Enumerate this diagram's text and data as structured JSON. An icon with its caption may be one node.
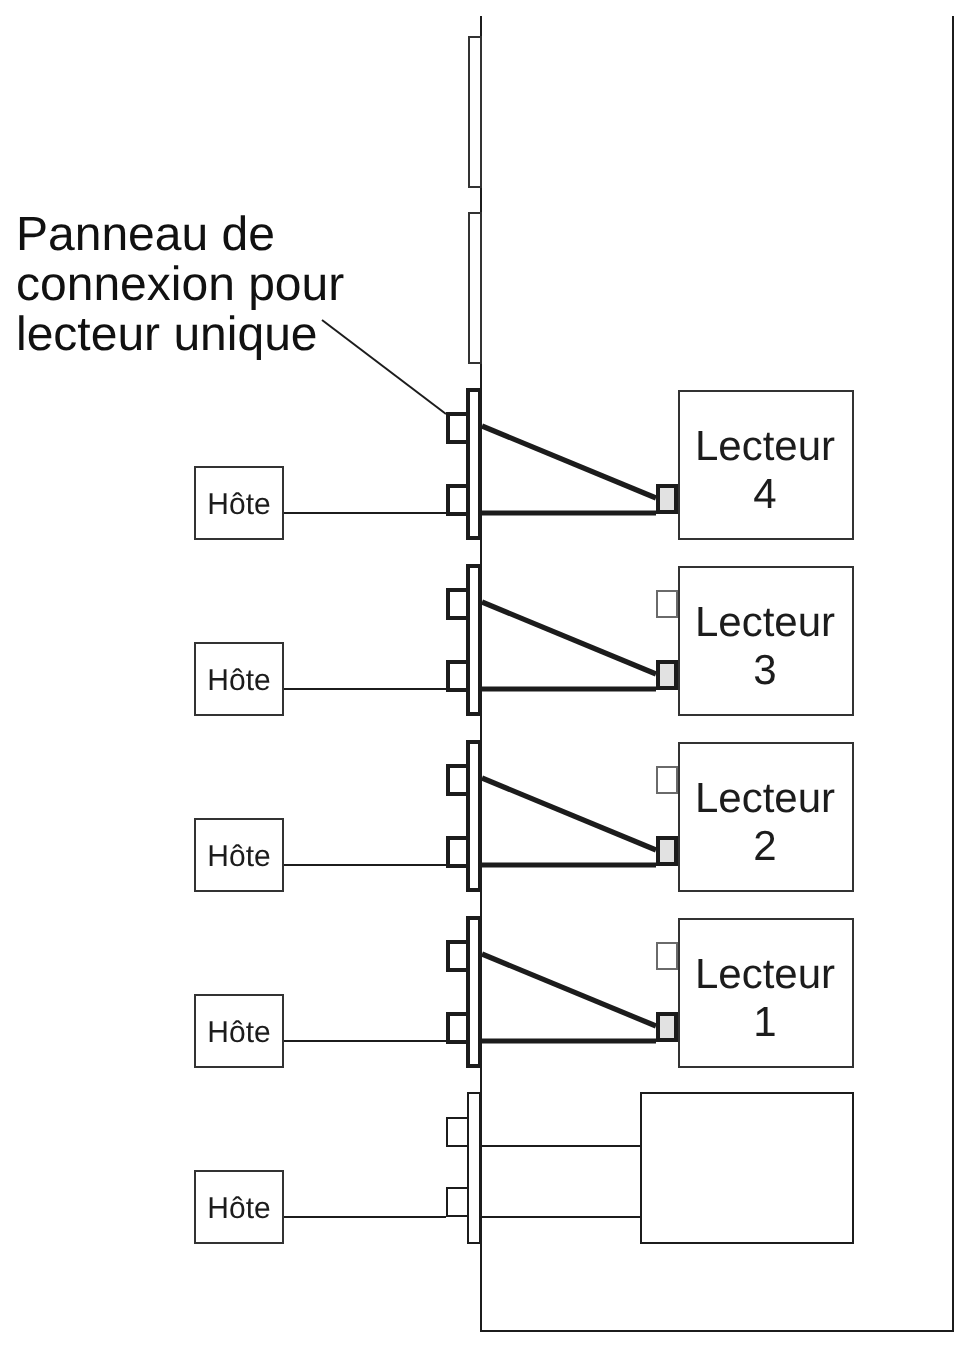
{
  "diagram": {
    "nodes": [
      {
        "text": [],
        "shape": "box"
      },
      {
        "text": [
          "Panneau de connexion pour lecteur unique"
        ]
      },
      {
        "text": [
          "Hôte"
        ]
      },
      {
        "text": [],
        "shape": "bar"
      },
      {
        "text": [
          "Lecteur 4"
        ],
        "in": 0
      },
      {
        "text": [
          "Hôte"
        ]
      },
      {
        "text": [],
        "shape": "bar"
      },
      {
        "text": [
          "Lecteur 3"
        ],
        "in": 0
      },
      {
        "text": [
          "Hôte"
        ]
      },
      {
        "text": [],
        "shape": "bar"
      },
      {
        "text": [
          "Lecteur 2"
        ],
        "in": 0
      },
      {
        "text": [
          "Hôte"
        ]
      },
      {
        "text": [],
        "shape": "bar"
      },
      {
        "text": [
          "Lecteur 1"
        ],
        "in": 0
      },
      {
        "text": [
          "Hôte"
        ]
      },
      {
        "text": [],
        "shape": "bar"
      },
      {
        "text": [],
        "shape": "box",
        "in": 0
      }
    ],
    "edges": [
      {
        "from": 1,
        "to": 3,
        "arrow": "none"
      },
      {
        "from": 2,
        "to": 3,
        "arrow": "none"
      },
      {
        "from": 3,
        "to": 4,
        "arrow": "none",
        "style": "thick"
      },
      {
        "from": 3,
        "to": 4,
        "arrow": "none",
        "style": "thick"
      },
      {
        "from": 5,
        "to": 6,
        "arrow": "none"
      },
      {
        "from": 6,
        "to": 7,
        "arrow": "none",
        "style": "thick"
      },
      {
        "from": 6,
        "to": 7,
        "arrow": "none",
        "style": "thick"
      },
      {
        "from": 8,
        "to": 9,
        "arrow": "none"
      },
      {
        "from": 9,
        "to": 10,
        "arrow": "none",
        "style": "thick"
      },
      {
        "from": 9,
        "to": 10,
        "arrow": "none",
        "style": "thick"
      },
      {
        "from": 11,
        "to": 12,
        "arrow": "none"
      },
      {
        "from": 12,
        "to": 13,
        "arrow": "none",
        "style": "thick"
      },
      {
        "from": 12,
        "to": 13,
        "arrow": "none",
        "style": "thick"
      },
      {
        "from": 14,
        "to": 15,
        "arrow": "none"
      },
      {
        "from": 15,
        "to": 16,
        "arrow": "none"
      },
      {
        "from": 15,
        "to": 16,
        "arrow": "none"
      }
    ]
  }
}
